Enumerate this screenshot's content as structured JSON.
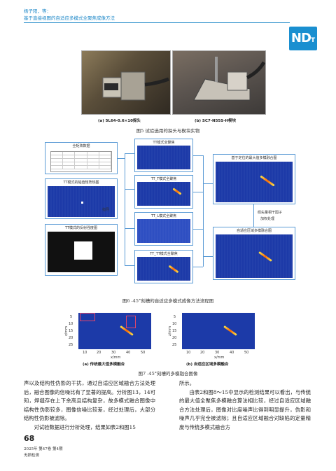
{
  "header": {
    "authors": "杨子阳，等：",
    "title": "基于直接视图的自适应多模式全聚焦成像方法",
    "logo_main": "ND",
    "logo_sub": "T",
    "accent_color": "#1e88c8"
  },
  "figure5": {
    "sub_a": "(a) 5L64-0.6×10探头",
    "sub_b": "(b) SC7-N55S-H楔块",
    "caption": "图5  试验选用的探头与楔块实物"
  },
  "figure6": {
    "caption": "图6  -45°刻槽的自适应多模式成像方法流程图",
    "full_matrix_title": "全矩阵数据",
    "tt_heatmap_title": "TT模式的幅值矩阵热图",
    "tt_reflect_title": "TT模式的反射强度图",
    "guide_label": "指导",
    "mode1": "TT模式全聚焦",
    "mode2": "TT_T模式全聚焦",
    "mode3": "TT_L模式全聚焦",
    "mode4": "TT_TT模式全聚焦",
    "result1": "基于定位的最大值多模融合图",
    "result2": "自适应区域多模融合图",
    "note_line1": "经矢量相干因子",
    "note_line2": "加权处理"
  },
  "figure7": {
    "caption": "图7  -45°刻槽的多模融合图像",
    "sub_a": "(a) 传统最大值多模融合",
    "sub_b": "(b) 自适应区域多模融合",
    "ylabel": "z/mm",
    "xlabel": "x/mm",
    "yticks": [
      "5",
      "10",
      "15",
      "20",
      "25"
    ],
    "xticks": [
      "10",
      "20",
      "30",
      "40",
      "50"
    ]
  },
  "body": {
    "left_p1": "声以及结构性伪影的干扰，通过自适应区域融合方法处理后，融合图像的信噪比有了显著的提高。分析图13，14可知，焊缝存在上下余高且结构复杂，故多模式融合图像中结构性伪影较多，图像信噪比较差，经过处理后，大部分结构性伪影被滤除。",
    "left_p2": "对试验数据进行分析处理，结果如表2和图15",
    "right_p1": "所示。",
    "right_p2": "由表2和图8～15中显示的检测结果可以看出，与传统的最大值全聚焦多模融合算法相比较，经过自适应区域融合方法处理后，图像对比度噪声比得到明显提升，伪影和噪声几乎完全被滤除；且自适应区域融合对缺陷的定量精度与传统多模式融合方"
  },
  "footer": {
    "page": "68",
    "issue": "2025年 第47卷 第4期",
    "journal": "无损检测"
  }
}
